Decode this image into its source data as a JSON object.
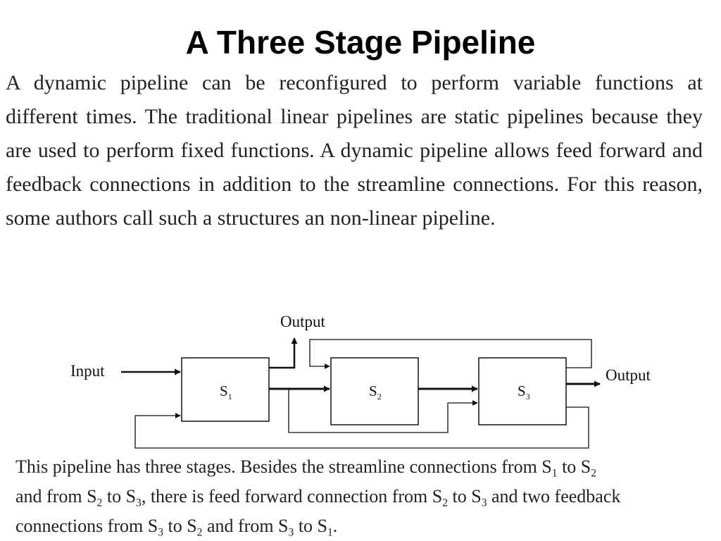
{
  "slide": {
    "title": "A Three Stage Pipeline"
  },
  "intro": {
    "lines": [
      "A dynamic pipeline can be reconfigured to perform variable functions at",
      "different times. The traditional linear pipelines are static pipelines because they",
      "are used to perform fixed functions. A dynamic pipeline allows feed forward and",
      "feedback connections in addition to the streamline connections. For this reason,",
      "some authors call such a structures an non-linear pipeline."
    ]
  },
  "diagram": {
    "input_label": "Input",
    "output_top_label": "Output",
    "output_right_label": "Output",
    "stages": [
      {
        "letter": "S",
        "sub": "1"
      },
      {
        "letter": "S",
        "sub": "2"
      },
      {
        "letter": "S",
        "sub": "3"
      }
    ]
  },
  "summary": {
    "l1_a": "This pipeline has three stages. Besides the streamline connections from S",
    "l1_s1": "1",
    "l1_b": " to S",
    "l1_s2": "2",
    "l2_a": "and from S",
    "l2_s1": "2",
    "l2_b": " to S",
    "l2_s2": "3",
    "l2_c": ", there is feed forward connection from S",
    "l2_s3": "2",
    "l2_d": " to S",
    "l2_s4": "3",
    "l2_e": " and two feedback",
    "l3_a": "connections from S",
    "l3_s1": "3",
    "l3_b": " to S",
    "l3_s2": "2",
    "l3_c": " and from S",
    "l3_s3": "3",
    "l3_d": " to S",
    "l3_s4": "1",
    "l3_e": "."
  }
}
